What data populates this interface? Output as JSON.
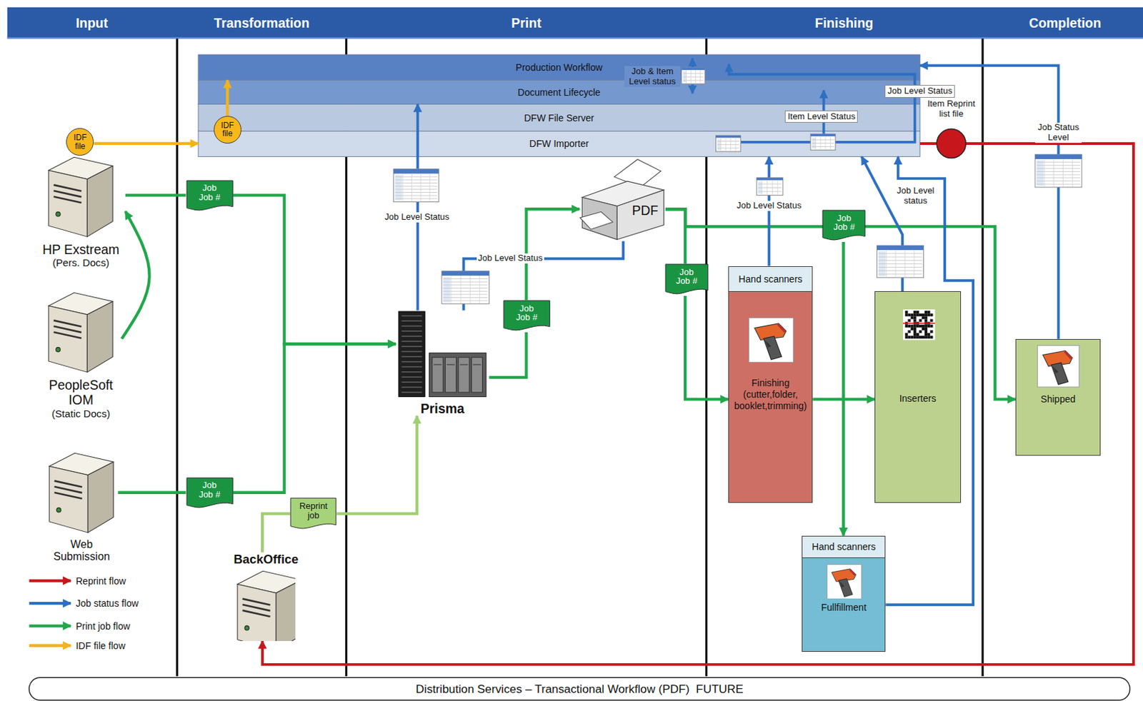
{
  "diagram": {
    "caption": "Distribution Services – Transactional Workflow (PDF)  FUTURE",
    "nodes": [
      {
        "text": [
          "Production Workflow"
        ]
      },
      {
        "text": [
          "Document Lifecycle"
        ]
      },
      {
        "text": [
          "DFW File Server"
        ]
      },
      {
        "text": [
          "DFW Importer"
        ]
      },
      {
        "text": [
          "IDF file"
        ]
      },
      {
        "text": [
          "IDF file"
        ]
      },
      {
        "text": [
          "HP Exstream",
          "(Pers. Docs)"
        ]
      },
      {
        "text": [
          "PeopleSoft IOM",
          "(Static Docs)"
        ]
      },
      {
        "text": [
          "Web Submission"
        ]
      },
      {
        "text": [
          "Job Job #"
        ]
      },
      {
        "text": [
          "Job Job #"
        ]
      },
      {
        "text": [
          "BackOffice"
        ]
      },
      {
        "text": [
          "Reprint job"
        ]
      },
      {
        "text": [
          "Prisma"
        ]
      },
      {
        "text": [
          "Job Job #"
        ]
      },
      {
        "text": [
          "PDF"
        ]
      },
      {
        "text": [
          "Job Job #"
        ]
      },
      {
        "text": [
          "Hand scanners",
          "Finishing (cutter,folder, booklet,trimming)"
        ]
      },
      {
        "text": [
          "Job Job #"
        ]
      },
      {
        "text": [
          "Inserters"
        ]
      },
      {
        "text": [
          "Hand scanners",
          "Fullfillment"
        ]
      },
      {
        "text": [
          "Shipped"
        ]
      }
    ],
    "edges": [
      {
        "from": 7,
        "to": 6,
        "arrow": "to"
      },
      {
        "from": 6,
        "to": 9,
        "arrow": "none"
      },
      {
        "from": 9,
        "to": 13,
        "arrow": "to"
      },
      {
        "from": 8,
        "to": 10,
        "arrow": "none"
      },
      {
        "from": 10,
        "to": 13,
        "arrow": "to"
      },
      {
        "from": 13,
        "to": 14,
        "arrow": "none"
      },
      {
        "from": 14,
        "to": 15,
        "arrow": "to"
      },
      {
        "from": 15,
        "to": 16,
        "arrow": "none"
      },
      {
        "from": 16,
        "to": 17,
        "arrow": "to"
      },
      {
        "from": 15,
        "to": 21,
        "arrow": "to"
      },
      {
        "from": 15,
        "to": 18,
        "arrow": "none"
      },
      {
        "from": 18,
        "to": 20,
        "arrow": "to"
      },
      {
        "from": 17,
        "to": 19,
        "arrow": "to"
      },
      {
        "from": 11,
        "to": 12,
        "arrow": "none"
      },
      {
        "from": 12,
        "to": 13,
        "arrow": "to"
      },
      {
        "from": 13,
        "to": 1,
        "arrow": "to",
        "label": "Job Level Status"
      },
      {
        "from": 15,
        "to": 13,
        "arrow": "none",
        "label": "Job Level Status"
      },
      {
        "from": 17,
        "to": 3,
        "arrow": "to",
        "label": "Job Level Status"
      },
      {
        "from": 19,
        "to": 3,
        "arrow": "to"
      },
      {
        "from": 20,
        "to": 3,
        "arrow": "to",
        "label": "Job Level status"
      },
      {
        "from": 21,
        "to": 0,
        "arrow": "to",
        "label": "Job Status Level"
      },
      {
        "from": 4,
        "to": 3,
        "arrow": "to"
      },
      {
        "from": 5,
        "to": 0,
        "arrow": "to"
      },
      {
        "from": 3,
        "to": 11,
        "arrow": "to"
      }
    ],
    "labels": [
      "Input",
      "Transformation",
      "Print",
      "Finishing",
      "Completion",
      "Job & Item Level status",
      "Item Level Status",
      "Job Level Status",
      "Item Reprint list file"
    ],
    "legend": [
      {
        "text": "Reprint flow"
      },
      {
        "text": "Job status flow"
      },
      {
        "text": "Print job flow"
      },
      {
        "text": "IDF file flow"
      }
    ]
  }
}
